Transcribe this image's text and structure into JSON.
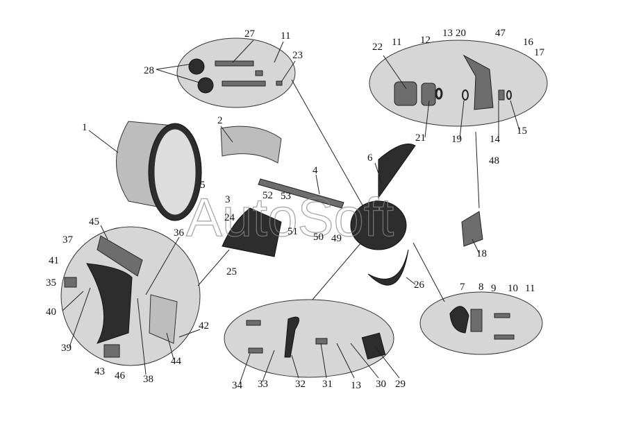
{
  "watermark": "AutoSoft",
  "labels": [
    "27",
    "11",
    "28",
    "23",
    "1",
    "2",
    "4",
    "5",
    "3",
    "52",
    "53",
    "6",
    "24",
    "51",
    "50",
    "49",
    "36",
    "45",
    "37",
    "41",
    "35",
    "40",
    "39",
    "43",
    "46",
    "38",
    "44",
    "42",
    "25",
    "26",
    "18",
    "48",
    "22",
    "11",
    "12",
    "13",
    "20",
    "47",
    "16",
    "17",
    "21",
    "19",
    "14",
    "15",
    "7",
    "8",
    "9",
    "10",
    "11",
    "34",
    "33",
    "32",
    "31",
    "13",
    "30",
    "29"
  ]
}
